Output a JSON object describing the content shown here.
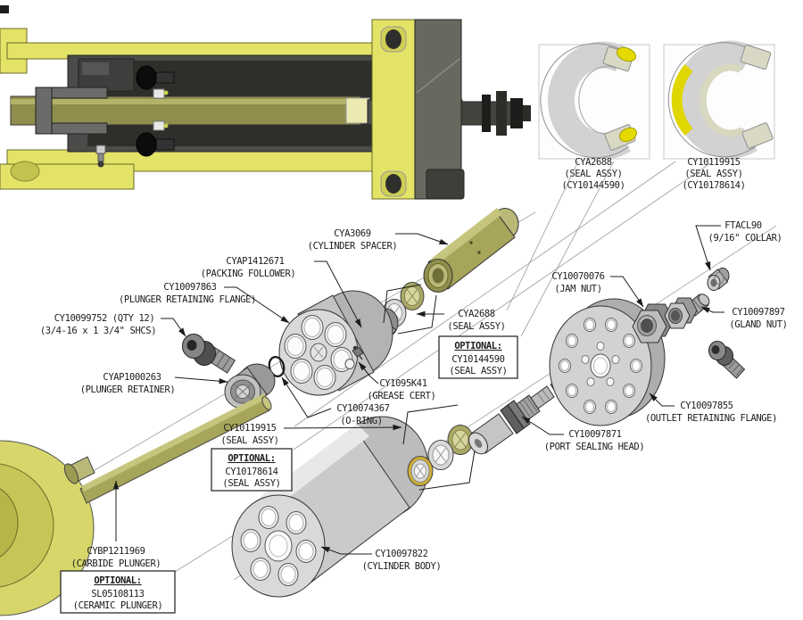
{
  "insets": [
    {
      "name": "seal-assembly-image-1",
      "lines": [
        "CYA2688",
        "(SEAL ASSY)",
        "(CY10144590)"
      ]
    },
    {
      "name": "seal-assembly-image-2",
      "lines": [
        "CY10119915",
        "(SEAL ASSY)",
        "(CY10178614)"
      ]
    }
  ],
  "labels": [
    {
      "part": "cylinder-spacer",
      "lines": [
        "CYA3069",
        "(CYLINDER SPACER)"
      ]
    },
    {
      "part": "packing-follower",
      "lines": [
        "CYAP1412671",
        "(PACKING FOLLOWER)"
      ]
    },
    {
      "part": "plunger-retaining-flange",
      "lines": [
        "CY10097863",
        "(PLUNGER RETAINING FLANGE)"
      ]
    },
    {
      "part": "shcs-bolt",
      "lines": [
        "CY10099752 (QTY 12)",
        "(3/4-16 x 1 3/4\" SHCS)"
      ]
    },
    {
      "part": "plunger-retainer",
      "lines": [
        "CYAP1000263",
        "(PLUNGER RETAINER)"
      ]
    },
    {
      "part": "seal-assy-cya2688",
      "lines": [
        "CYA2688",
        "(SEAL ASSY)"
      ]
    },
    {
      "part": "grease-cert",
      "lines": [
        "CY1095K41",
        "(GREASE CERT)"
      ]
    },
    {
      "part": "o-ring",
      "lines": [
        "CY10074367",
        "(O-RING)"
      ]
    },
    {
      "part": "seal-assy-cy10119915",
      "lines": [
        "CY10119915",
        "(SEAL ASSY)"
      ]
    },
    {
      "part": "collar",
      "lines": [
        "FTACL90",
        "(9/16\" COLLAR)"
      ]
    },
    {
      "part": "jam-nut",
      "lines": [
        "CY10070076",
        "(JAM NUT)"
      ]
    },
    {
      "part": "gland-nut",
      "lines": [
        "CY10097897",
        "(GLAND NUT)"
      ]
    },
    {
      "part": "outlet-retaining-flange",
      "lines": [
        "CY10097855",
        "(OUTLET RETAINING FLANGE)"
      ]
    },
    {
      "part": "port-sealing-head",
      "lines": [
        "CY10097871",
        "(PORT SEALING HEAD)"
      ]
    },
    {
      "part": "cylinder-body",
      "lines": [
        "CY10097822",
        "(CYLINDER BODY)"
      ]
    },
    {
      "part": "carbide-plunger",
      "lines": [
        "CYBP1211969",
        "(CARBIDE PLUNGER)"
      ]
    }
  ],
  "optional_boxes": [
    {
      "lines": [
        "OPTIONAL:",
        "CY10144590",
        "(SEAL ASSY)"
      ]
    },
    {
      "lines": [
        "OPTIONAL:",
        "CY10178614",
        "(SEAL ASSY)"
      ]
    },
    {
      "lines": [
        "OPTIONAL:",
        "SL05108113",
        "(CERAMIC PLUNGER)"
      ]
    }
  ],
  "colors": {
    "brass_yellow": "#e3e368",
    "olive": "#a6a559",
    "steel": "#c9c9c9",
    "dark_body": "#4b4b49",
    "seal_yellow": "#e4da00",
    "leader": "#1c1c1c"
  }
}
